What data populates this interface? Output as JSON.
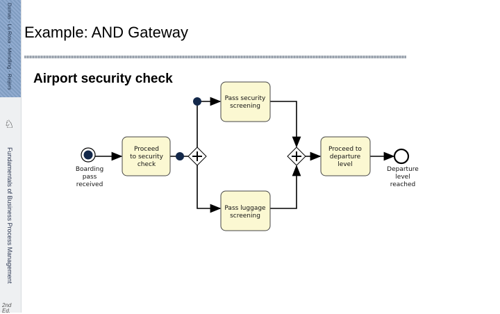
{
  "sidebar": {
    "authors": "Dumas · La Rosa · Mendling · Reijers",
    "book": "Fundamentals of Business Process Management",
    "edition": "2nd Ed."
  },
  "slide": {
    "title": "Example: AND Gateway",
    "subtitle": "Airport security check"
  },
  "diagram": {
    "start_event": [
      "Boarding",
      "pass",
      "received"
    ],
    "task_proceed_security": [
      "Proceed",
      "to security",
      "check"
    ],
    "task_security_screening": [
      "Pass security",
      "screening"
    ],
    "task_luggage_screening": [
      "Pass luggage",
      "screening"
    ],
    "task_departure": [
      "Proceed to",
      "departure",
      "level"
    ],
    "end_event": [
      "Departure",
      "level",
      "reached"
    ],
    "colors": {
      "task_fill": "#fbf8d2",
      "token": "#13284a"
    }
  }
}
